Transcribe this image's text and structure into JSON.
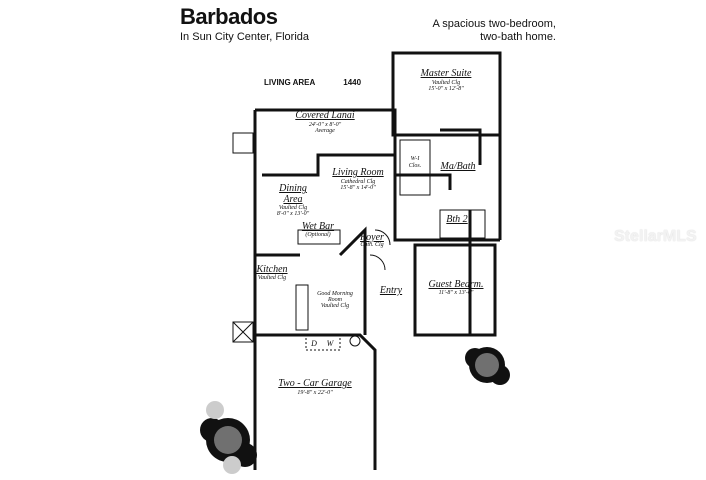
{
  "header": {
    "title": "Barbados",
    "subtitle": "In Sun City Center, Florida",
    "tagline_line1": "A spacious two-bedroom,",
    "tagline_line2": "two-bath home."
  },
  "living_area": {
    "label": "LIVING AREA",
    "value": "1440"
  },
  "watermark": "StellarMLS",
  "rooms": {
    "master": {
      "name": "Master Suite",
      "note": "Vaulted Clg",
      "dims": "15'-0\" x 12'-8\""
    },
    "lanai": {
      "name": "Covered Lanai",
      "dims": "24'-0\" x 8'-0\"",
      "note": "Average"
    },
    "living": {
      "name": "Living Room",
      "note": "Cathedral Clg",
      "dims": "15'-8\" x 14'-0\""
    },
    "dining": {
      "name_line1": "Dining",
      "name_line2": "Area",
      "note": "Vaulted Clg",
      "dims": "8'-0\" x 13'-0\""
    },
    "wic": {
      "line1": "W-I",
      "line2": "Clos."
    },
    "mabath": {
      "name": "Ma/Bath"
    },
    "bath2": {
      "name": "Bth 2"
    },
    "wetbar": {
      "name": "Wet Bar",
      "note": "(Optional)"
    },
    "foyer": {
      "name": "Foyer",
      "note": "Cath. Clg"
    },
    "kitchen": {
      "name": "Kitchen",
      "note": "Vaulted Clg"
    },
    "morning": {
      "line1": "Good Morning",
      "line2": "Room",
      "note": "Vaulted Clg"
    },
    "entry": {
      "name": "Entry"
    },
    "guest": {
      "name": "Guest Bedrm.",
      "dims": "11'-8\" x 13'-0\""
    },
    "garage": {
      "name": "Two - Car Garage",
      "dims": "19'-8\" x 22'-0\""
    },
    "washer": "W",
    "dryer": "D"
  }
}
